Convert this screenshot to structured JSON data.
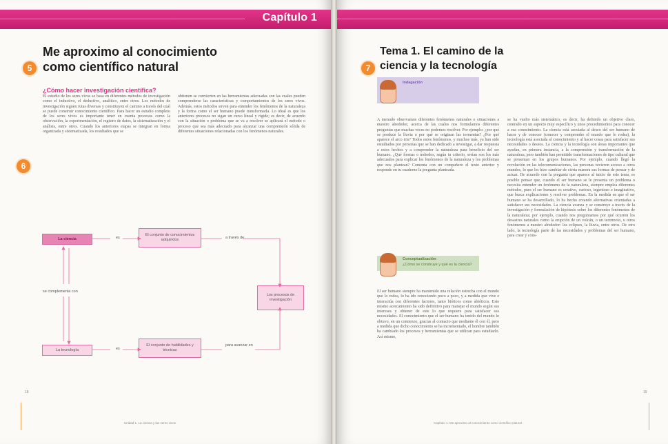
{
  "left_page": {
    "chapter_label": "Capítulo 1",
    "title_line1": "Me aproximo al conocimiento",
    "title_line2": "como científico natural",
    "badge_title": "5",
    "badge_text": "6",
    "subtitle": "¿Cómo hacer investigación científica?",
    "col1": "El estudio de los seres vivos se basa en diferentes métodos de investigación como el inductivo, el deductivo, analítico, entre otros. Los métodos de investigación siguen rutas diversas y constituyen el camino a través del cual se puede construir conocimiento científico. Para hacer un estudio completo de los seres vivos es importante tener en cuenta procesos como la observación, la experimentación, el registro de datos, la sistematización y el análisis, entre otros. Cuando los anteriores etapas se integran en forma organizada y sistematizada, los resultados que se",
    "col2": "obtienen se convierten en las herramientas adecuadas con las cuales pueden comprenderse las características y comportamientos de los seres vivos. Además, estos métodos sirven para entender los fenómenos de la naturaleza y la forma como el ser humano puede transformarla. Lo ideal es que los anteriores procesos no sigan un curso lineal y rígido; es decir, de acuerdo con la situación o problema que se va a resolver se aplicará el método o proceso que sea más adecuado para alcanzar una comprensión sólida de diferentes situaciones relacionadas con los fenómenos naturales.",
    "diagram": {
      "node_ciencia": "La ciencia",
      "node_tecnologia": "La tecnología",
      "node_conjunto_conoc": "El conjunto de conocimientos adquiridos",
      "node_conjunto_hab": "El conjunto de habilidades y técnicas",
      "node_procesos": "Los procesos de investigación",
      "lbl_es1": "es",
      "lbl_es2": "es",
      "lbl_traves": "a través de",
      "lbl_complementa": "se complementa con",
      "lbl_avanzar": "para avanzar en"
    },
    "folio": "18",
    "footer": "Unidad 1. La ciencia y las seres vivos"
  },
  "right_page": {
    "title_line1": "Tema 1. El camino de la",
    "title_line2": "ciencia y la tecnología",
    "badge_title": "7",
    "tag_indagacion": "Indagación",
    "tag_conceptualizacion": "Conceptualización",
    "tag_conceptualizacion_q": "¿Cómo se construye y qué es la ciencia?",
    "col1a": "A menudo observamos diferentes fenómenos naturales o situaciones a nuestro alrededor, acerca de las cuales nos formulamos diferentes preguntas que muchas veces no podemos resolver. Por ejemplo: ¿por qué se produce la lluvia o por qué se originan las tormentas? ¿Por qué aparece el arco iris? Todos estos fenómenos, y muchos más, ya han sido estudiados por personas que se han dedicado a investigar, a dar respuesta a estos hechos y a comprender la naturaleza para beneficio del ser humano. ¿Qué formas o métodos, según tu criterio, serían son los más adecuados para explicar los fenómenos de la naturaleza y los problemas que nos plantean? Comenta con un compañero el texto anterior y responde en tu cuaderno la pregunta planteada.",
    "col1b": "El ser humano siempre ha mantenido una relación estrecha con el mundo que lo rodea, lo ha ido conociendo poco a poco, y a medida que vive e interactúa con diferentes factores, tanto bióticos como abióticos. Este mismo acercamiento ha sido definitivo para manejar el mundo según sus intereses y obtener de este lo que requiere para satisfacer sus necesidades. El conocimiento que el ser humano ha tenido del mundo lo obtuvo, en un comienzo, gracias al contacto que mediante él con él, pero a medida que dicho conocimiento se ha incrementado, el hombre también ha cambiado los procesos y herramientas que se utilizan para estudiarlo. Así mismo,",
    "col2": "se ha vuelto más sistemático, es decir, ha definido un objetivo claro, centrado en un aspecto muy específico y unos procedimientos para conocer a esa conocimiento. La ciencia está asociada al deseo del ser humano de hacer y de conocer (conocer y comprender el mundo que lo rodea), la tecnología está asociada al conocimiento y al hacer cosas para satisfacer sus necesidades o deseos. La ciencia y la tecnología son áreas importantes que ayudan, en primera instancia, a la comprensión y transformación de la naturaleza, pero también han permitido transformaciones de tipo cultural que se presentan en los grupos humanos. Por ejemplo, cuando llegó la revolución en las telecomunicaciones, las personas tuvieron acceso a otros mundos, lo que les hizo cambiar de cierta manera sus formas de pensar y de actuar. De acuerdo con la pregunta que aparece al inicio de este tema, es posible pensar que, cuando el ser humano se le presenta un problema o necesita entender un fenómeno de la naturaleza, siempre emplea diferentes métodos, pues el ser humano es creativo, curioso, ingenioso e imaginativo, que busca explicaciones y resolver problemas. En la medida en que el ser humano se ha desarrollado, lo ha hecho creando alternativas orientadas a satisfacer sus necesidades. La ciencia avanza y se construye a través de la investigación y formulación de hipótesis sobre los diferentes fenómenos de la naturaleza; por ejemplo, cuando nos preguntamos por qué ocurren los desastres naturales como la erupción de un volcán, o un terremoto, u otros fenómenos a nuestro alrededor: los eclipses, la lluvia, entre otros. De otro lado, la tecnología parte de las necesidades y problemas del ser humano, para crear y cons-",
    "folio": "19",
    "footer": "Capítulo 1. Me aproximo al conocimiento como científico natural"
  },
  "colors": {
    "accent": "#d4267a",
    "badge": "#f28a2e",
    "subtitle": "#e0338a"
  }
}
